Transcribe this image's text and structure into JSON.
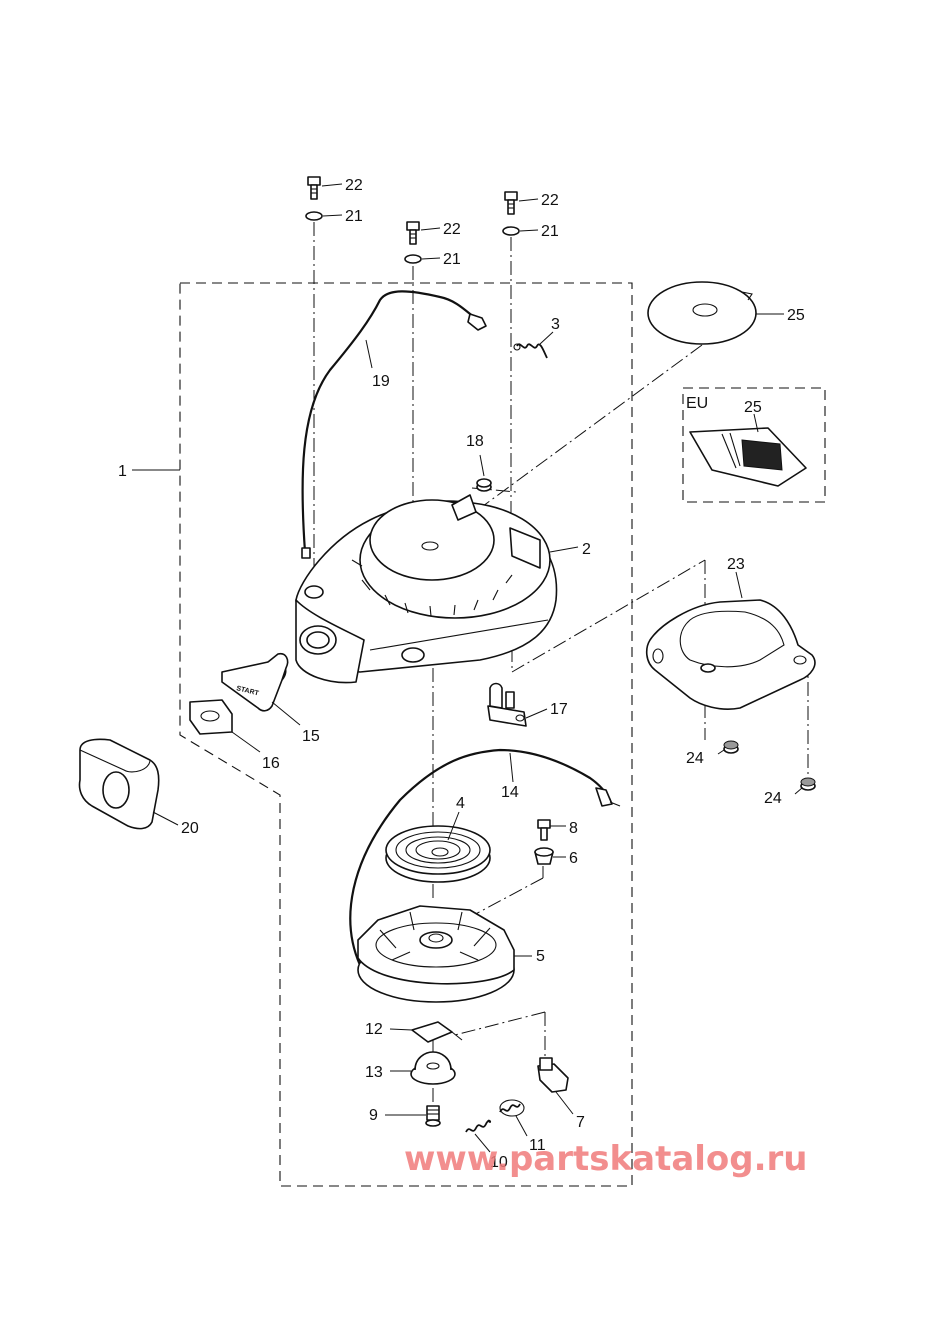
{
  "labels": {
    "p1": "1",
    "p2": "2",
    "p3": "3",
    "p4": "4",
    "p5": "5",
    "p6": "6",
    "p7": "7",
    "p8": "8",
    "p9": "9",
    "p10": "10",
    "p11": "11",
    "p12": "12",
    "p13": "13",
    "p14": "14",
    "p15": "15",
    "p16": "16",
    "p17": "17",
    "p18": "18",
    "p19": "19",
    "p20": "20",
    "p21": "21",
    "p22": "22",
    "p23": "23",
    "p24": "24",
    "p25": "25"
  },
  "eu_box": {
    "title": "EU"
  },
  "handle_text": "START",
  "watermark": "www.partskatalog.ru"
}
